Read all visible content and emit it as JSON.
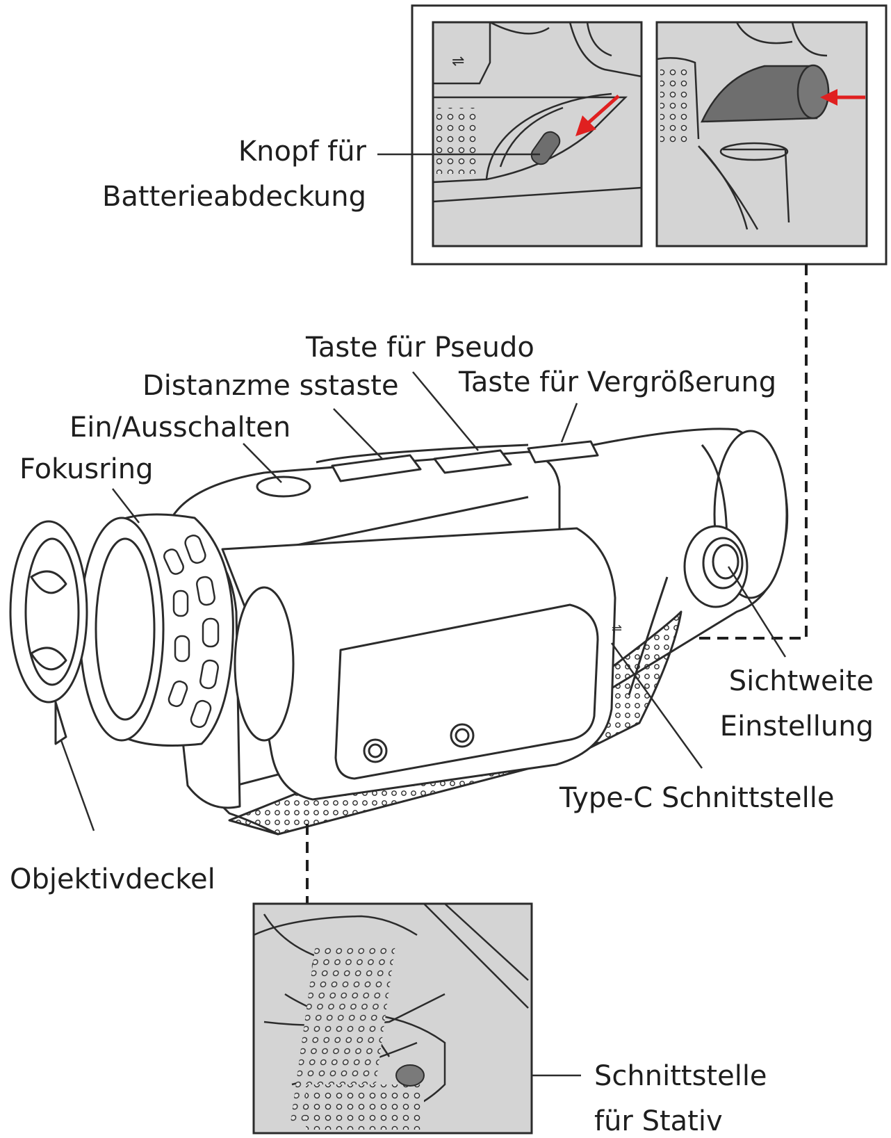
{
  "labels": {
    "battery_button_1": "Knopf für",
    "battery_button_2": "Batterieabdeckung",
    "pseudo": "Taste für Pseudo",
    "distance": "Distanzme sstaste",
    "zoom": "Taste für Vergrößerung",
    "power": "Ein/Ausschalten",
    "focus": "Fokusring",
    "visibility_1": "Sichtweite",
    "visibility_2": "Einstellung",
    "typec": "Type-C Schnittstelle",
    "cap": "Objektivdeckel",
    "tripod_1": "Schnittstelle",
    "tripod_2": "für Stativ"
  },
  "colors": {
    "inset_bg": "#d4d4d4",
    "line": "#2b2b2b",
    "arrow": "#e02020",
    "battery": "#6e6e6e",
    "highlight": "#7a7a7a"
  }
}
